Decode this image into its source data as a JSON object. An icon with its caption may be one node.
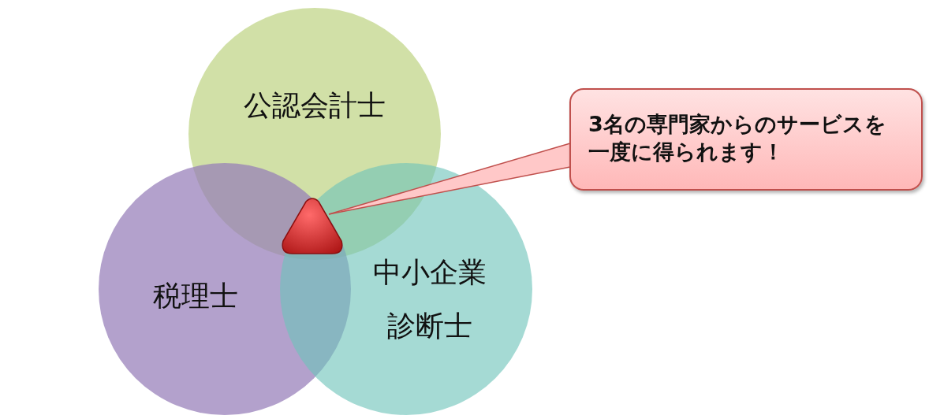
{
  "diagram": {
    "nodes": [
      {
        "text": [
          "公認会計士"
        ]
      },
      {
        "text": [
          "税理士"
        ]
      },
      {
        "text": [
          "中小企業診断士"
        ]
      },
      {
        "text": [],
        "shape": "triangle"
      },
      {
        "text": [
          "3名の専門家からのサービスを一度に得られます！"
        ]
      }
    ],
    "edges": [
      {
        "from": 4,
        "to": 3,
        "arrow": "none"
      }
    ]
  }
}
